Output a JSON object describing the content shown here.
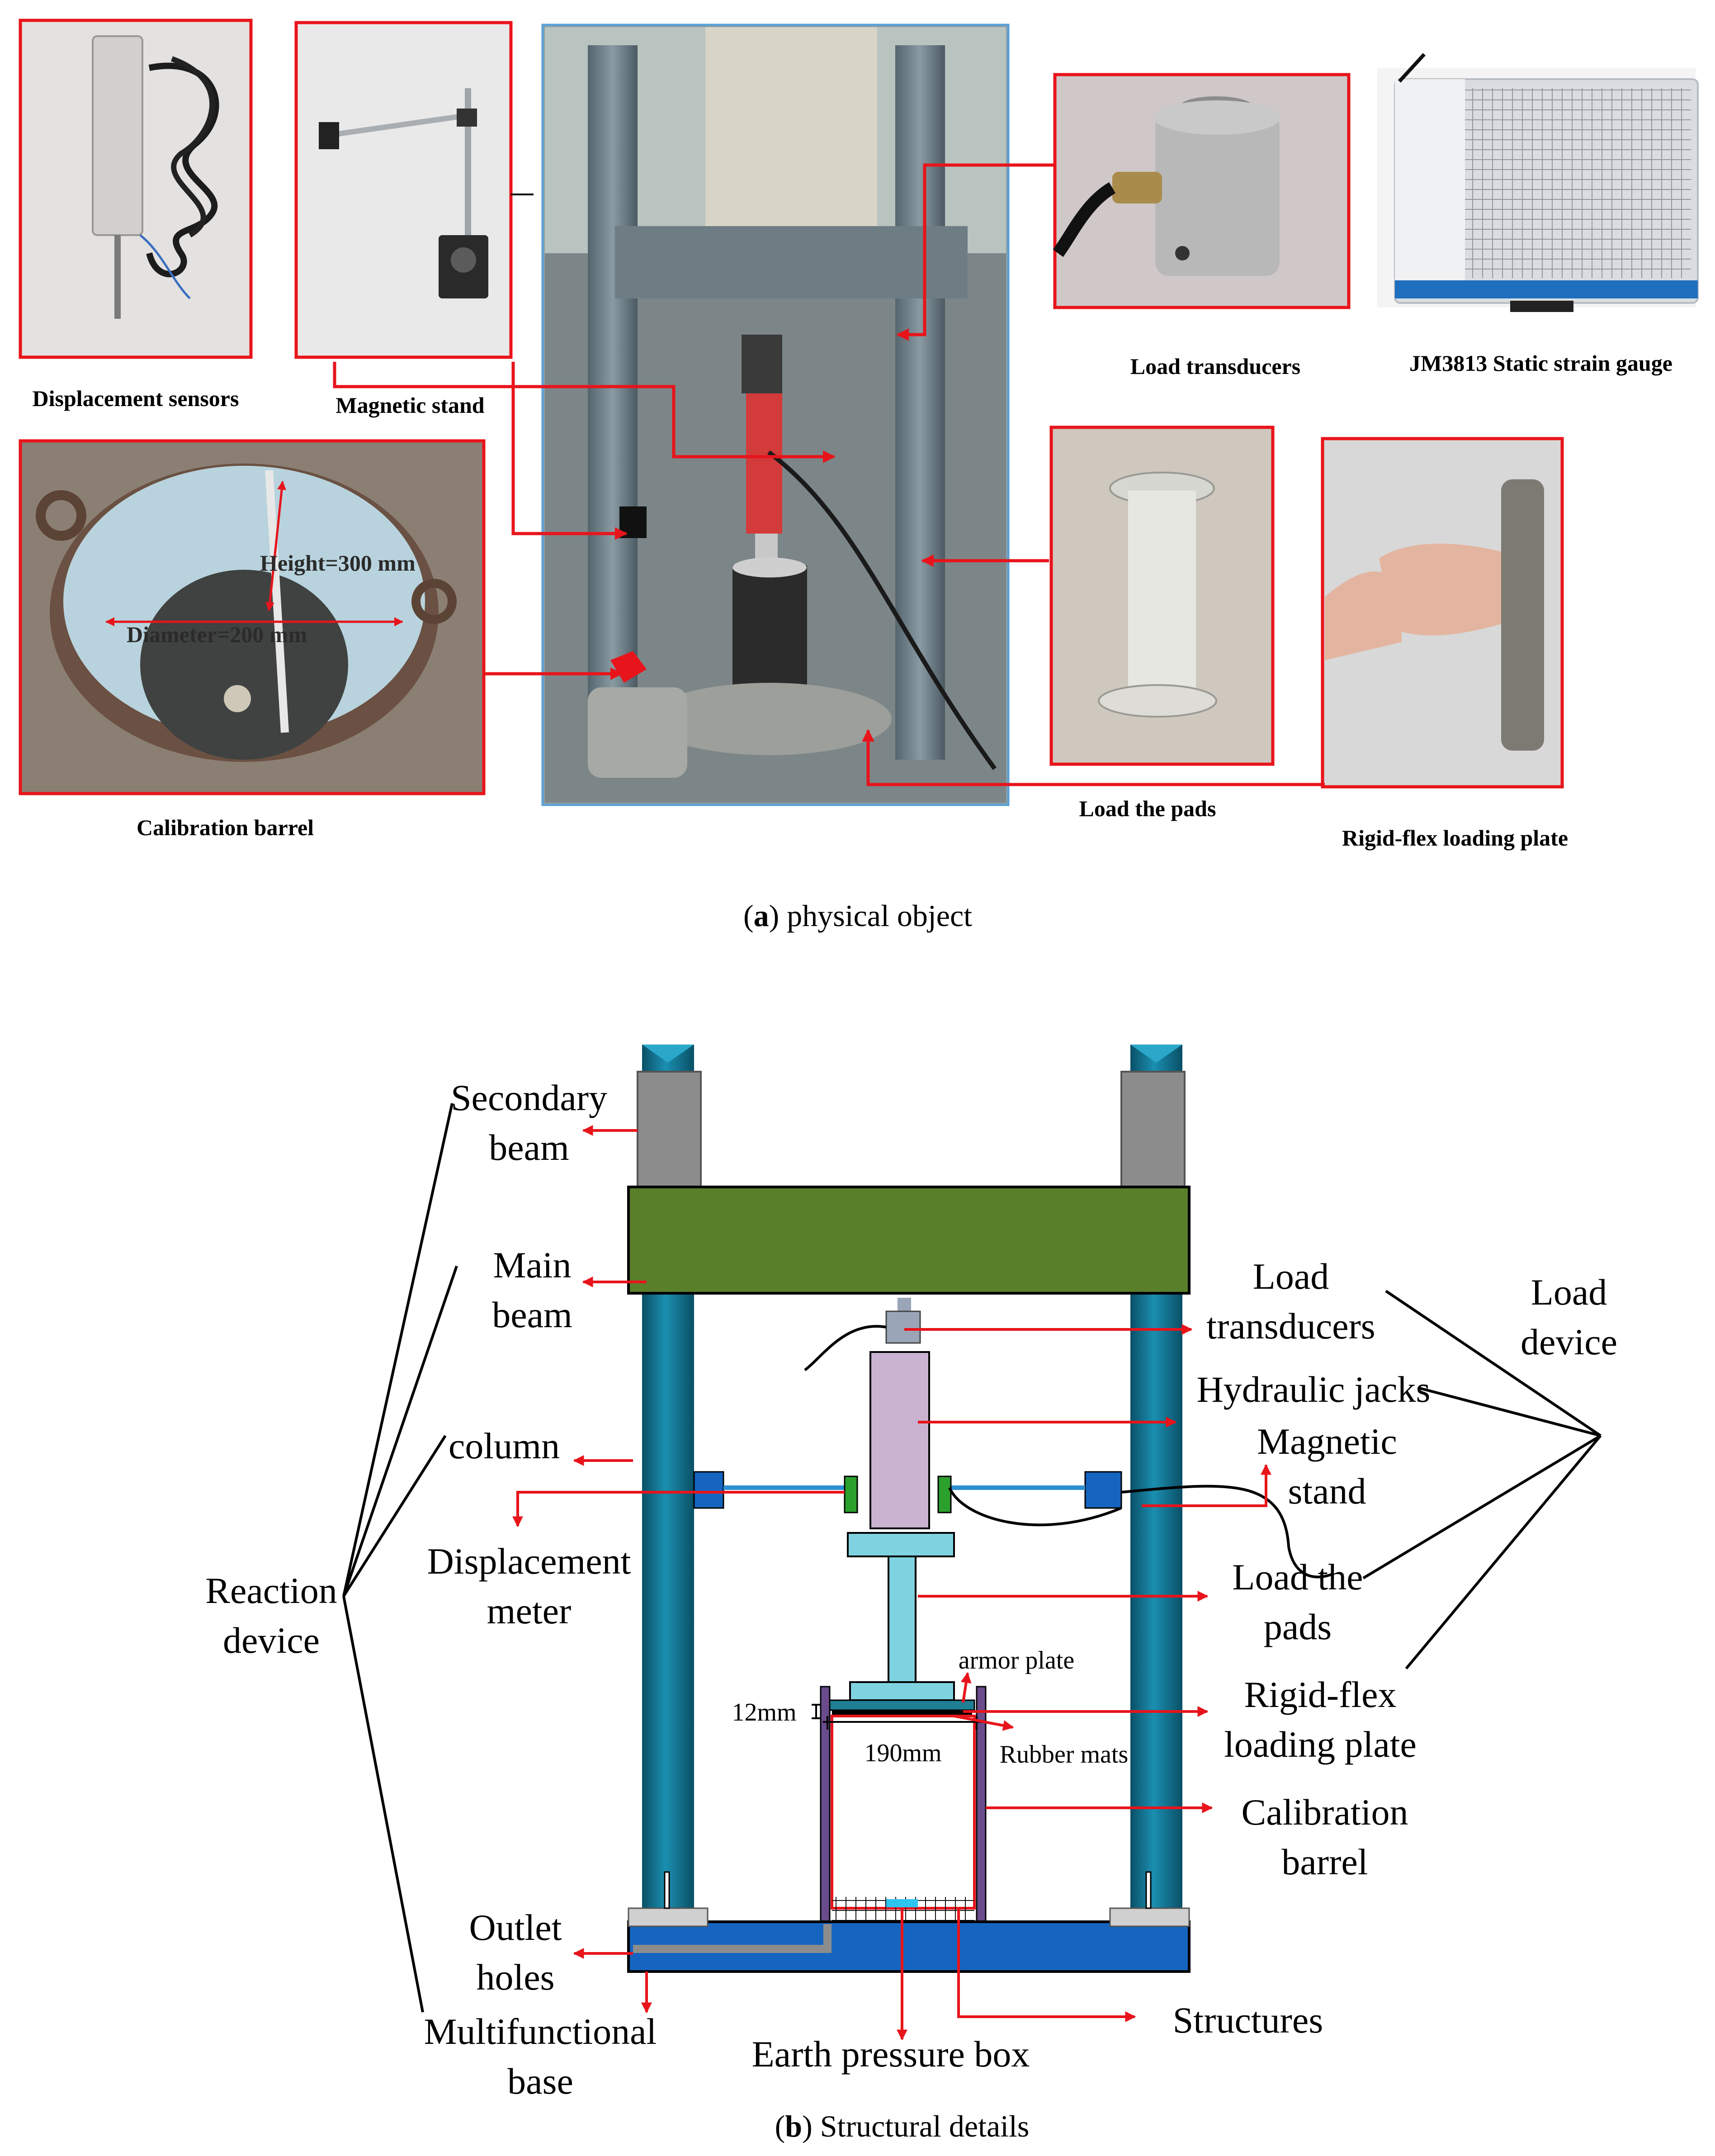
{
  "panel_a": {
    "labels": {
      "displacement_sensors": "Displacement sensors",
      "magnetic_stand": "Magnetic stand",
      "load_transducers": "Load transducers",
      "static_strain_gauge": "JM3813 Static strain gauge",
      "calibration_barrel": "Calibration barrel",
      "load_the_pads": "Load the pads",
      "rigid_flex_loading_plate": "Rigid-flex loading plate",
      "height": "Height=300 mm",
      "diameter": "Diameter=200 mm"
    },
    "caption_letter": "a",
    "caption_text": ") physical object"
  },
  "panel_b": {
    "labels": {
      "secondary_beam_1": "Secondary",
      "secondary_beam_2": "beam",
      "main_beam_1": "Main",
      "main_beam_2": "beam",
      "column": "column",
      "displacement_meter_1": "Displacement",
      "displacement_meter_2": "meter",
      "reaction_device_1": "Reaction",
      "reaction_device_2": "device",
      "outlet_holes_1": "Outlet",
      "outlet_holes_2": "holes",
      "multifunctional_base_1": "Multifunctional",
      "multifunctional_base_2": "base",
      "earth_pressure_box": "Earth pressure box",
      "structures": "Structures",
      "load_transducers_1": "Load",
      "load_transducers_2": "transducers",
      "hydraulic_jacks": "Hydraulic jacks",
      "magnetic_stand_1": "Magnetic",
      "magnetic_stand_2": "stand",
      "load_the_pads_1": "Load the",
      "load_the_pads_2": "pads",
      "rigid_flex_1": "Rigid-flex",
      "rigid_flex_2": "loading plate",
      "calibration_barrel_1": "Calibration",
      "calibration_barrel_2": "barrel",
      "load_device_1": "Load",
      "load_device_2": "device",
      "armor_plate": "armor plate",
      "rubber_mats": "Rubber mats",
      "dim_12mm": "12mm",
      "dim_190mm": "190mm"
    },
    "caption_letter": "b",
    "caption_text": ") Structural details"
  },
  "colors": {
    "callout_red": "#e8141b",
    "column_teal": "#0e6f8c",
    "main_beam_green": "#5a7f2a",
    "base_blue": "#1565c0",
    "beam_gray": "#8c8c8c",
    "jack_lavender": "#c9b3d1",
    "pad_cyan": "#7fd3e0"
  }
}
